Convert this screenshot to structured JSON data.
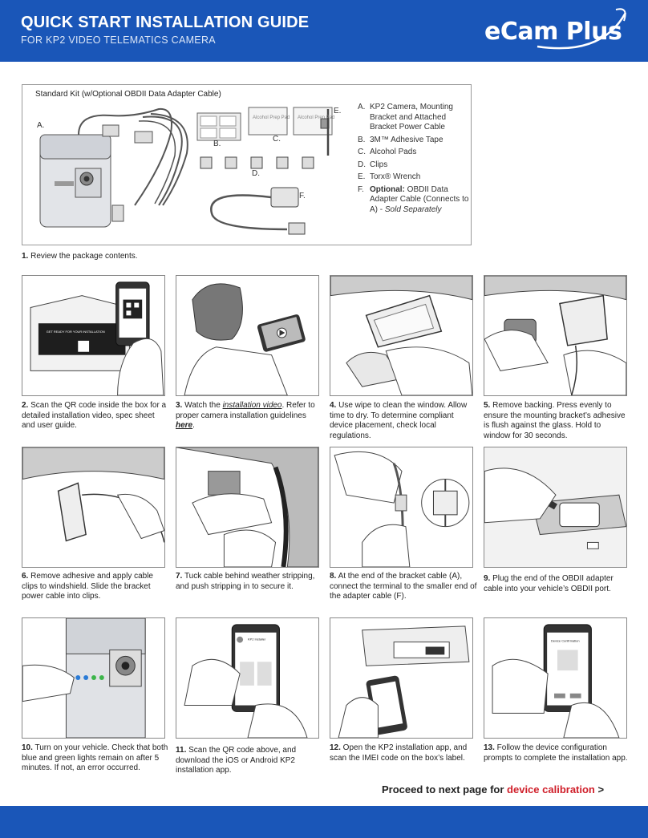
{
  "header": {
    "title": "QUICK START INSTALLATION GUIDE",
    "subtitle": "FOR KP2 VIDEO TELEMATICS CAMERA",
    "logo_text": "eCam Plus",
    "color": "#1a56b8"
  },
  "kit": {
    "title": "Standard Kit (w/Optional OBDII Data Adapter Cable)",
    "letters": [
      "A.",
      "B.",
      "C.",
      "D.",
      "E.",
      "F."
    ],
    "pad_label": "Alcohol Prep Pad",
    "items": [
      {
        "letter": "A.",
        "text": "KP2 Camera, Mounting Bracket and Attached Bracket Power Cable"
      },
      {
        "letter": "B.",
        "text": "3M™ Adhesive Tape"
      },
      {
        "letter": "C.",
        "text": "Alcohol Pads"
      },
      {
        "letter": "D.",
        "text": "Clips"
      },
      {
        "letter": "E.",
        "text": "Torx® Wrench"
      },
      {
        "letter": "F.",
        "bold": "Optional:",
        "text": " OBDII Data Adapter Cable (Connects to A) - ",
        "italic": "Sold Separately"
      }
    ]
  },
  "step1": {
    "num": "1.",
    "text": " Review the package contents."
  },
  "steps": [
    {
      "num": "2.",
      "text": " Scan the QR code inside the box for a detailed installation video, spec sheet and user guide."
    },
    {
      "num": "3.",
      "pre": " Watch the ",
      "link1": "installation video",
      "mid": ". Refer to proper camera installation guidelines ",
      "link2": "here",
      "post": "."
    },
    {
      "num": "4.",
      "text": " Use wipe to clean the window. Allow time to dry. To determine compliant device placement, check local regulations."
    },
    {
      "num": "5.",
      "text": " Remove backing. Press evenly to ensure the mounting bracket’s adhesive is flush against the glass. Hold to window for 30 seconds."
    },
    {
      "num": "6.",
      "text": " Remove adhesive and apply cable clips to windshield. Slide the bracket power cable into clips."
    },
    {
      "num": "7.",
      "text": " Tuck cable behind weather stripping, and push stripping in to secure it."
    },
    {
      "num": "8.",
      "text": " At the end of the bracket cable (A), connect the terminal to the smaller end of the adapter cable (F)."
    },
    {
      "num": "9.",
      "text": " Plug the end of the OBDII adapter cable into your vehicle’s OBDII port."
    },
    {
      "num": "10.",
      "text": " Turn on your vehicle. Check that both blue and green lights remain on after 5 minutes. If not, an error occurred."
    },
    {
      "num": "11.",
      "text": " Scan the QR code above, and download the iOS or Android KP2 installation app."
    },
    {
      "num": "12.",
      "text": " Open the KP2 installation app, and scan the IMEI code on the box’s label."
    },
    {
      "num": "13.",
      "text": " Follow the device configuration prompts to complete the installation app."
    }
  ],
  "illustrations": {
    "box_banner": "GET READY FOR YOUR INSTALLATION",
    "app_title": "KP2 Installer",
    "device_confirm": "Device Confirmation"
  },
  "proceed": {
    "pre": "Proceed to next page for ",
    "link": "device calibration",
    "post": " >",
    "link_color": "#d0202b"
  }
}
